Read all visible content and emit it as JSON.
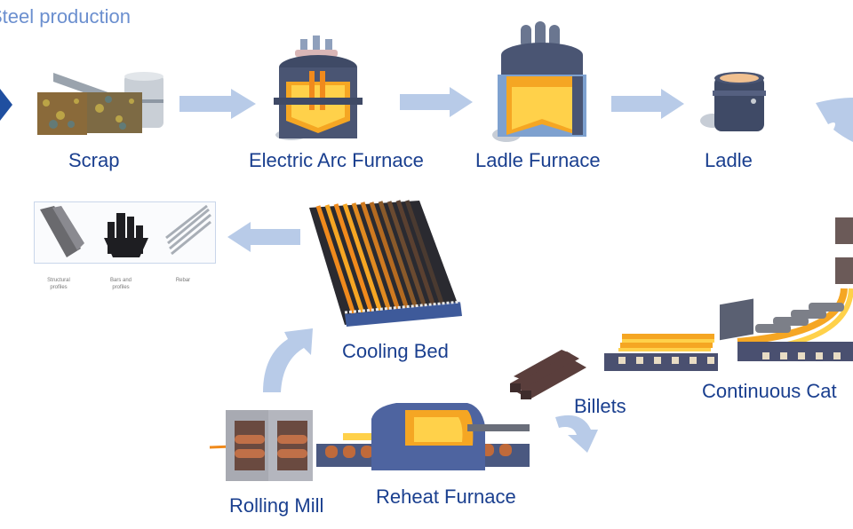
{
  "title": "Steel production",
  "colors": {
    "label": "#1a3f8f",
    "title": "#6b8fcf",
    "arrow": "#b8cbe8",
    "arrow_dark": "#1f4fa0",
    "molten": "#f5a623",
    "equipment": "#4a5573"
  },
  "stages": [
    {
      "id": "scrap",
      "label": "Scrap",
      "icon": "scrap-pile-icon"
    },
    {
      "id": "eaf",
      "label": "Electric Arc Furnace",
      "icon": "electric-arc-furnace-icon"
    },
    {
      "id": "ladle-furnace",
      "label": "Ladle Furnace",
      "icon": "ladle-furnace-icon"
    },
    {
      "id": "ladle",
      "label": "Ladle",
      "icon": "ladle-icon"
    },
    {
      "id": "continuous-casting",
      "label": "Continuous Cat",
      "icon": "continuous-caster-icon"
    },
    {
      "id": "billets",
      "label": "Billets",
      "icon": "billets-icon"
    },
    {
      "id": "reheat-furnace",
      "label": "Reheat Furnace",
      "icon": "reheat-furnace-icon"
    },
    {
      "id": "rolling-mill",
      "label": "Rolling Mill",
      "icon": "rolling-mill-icon"
    },
    {
      "id": "cooling-bed",
      "label": "Cooling Bed",
      "icon": "cooling-bed-icon"
    }
  ],
  "products": [
    {
      "label": "Structural profiles",
      "line1": "Structural",
      "line2": "profiles"
    },
    {
      "label": "Bars and profiles",
      "line1": "Bars and",
      "line2": "profiles"
    },
    {
      "label": "Rebar",
      "line1": "Rebar",
      "line2": ""
    }
  ]
}
